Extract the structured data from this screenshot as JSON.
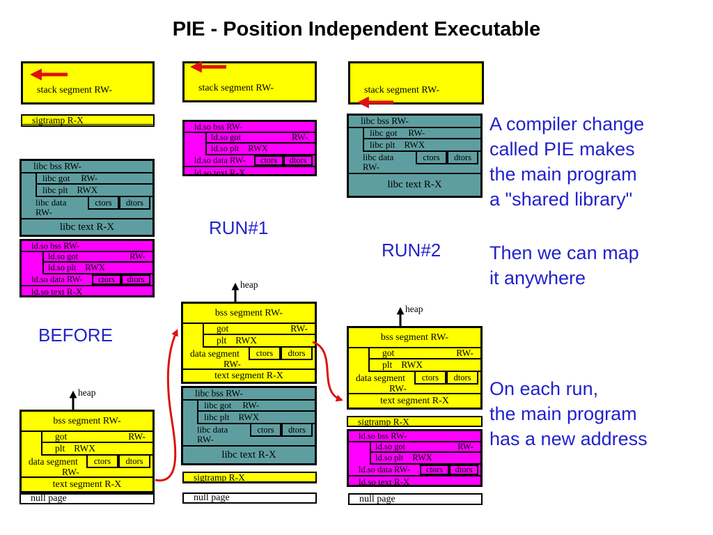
{
  "title": "PIE - Position Independent Executable",
  "labels": {
    "before": "BEFORE",
    "run1": "RUN#1",
    "run2": "RUN#2",
    "heap": "heap"
  },
  "notes": {
    "compiler_change": "A compiler change\ncalled PIE makes\nthe main program\na \"shared library\"",
    "map_anywhere": "Then we can map\nit anywhere",
    "new_address": "On each run,\nthe main program\nhas a new address"
  },
  "segments": {
    "stack": {
      "label": "stack segment RW-"
    },
    "sigtramp": {
      "label": "sigtramp R-X"
    },
    "null_page": {
      "label": "null page"
    },
    "main": {
      "bss": "bss segment RW-",
      "got": "got",
      "got_perm": "RW-",
      "plt": "plt",
      "plt_perm": "RWX",
      "data_line1": "data segment",
      "data_line2": "RW-",
      "ctors": "ctors",
      "dtors": "dtors",
      "text": "text segment R-X"
    },
    "libc": {
      "bss": "libc bss RW-",
      "got": "libc got",
      "got_perm": "RW-",
      "plt": "libc plt",
      "plt_perm": "RWX",
      "data_line1": "libc data",
      "data_line2": "RW-",
      "ctors": "ctors",
      "dtors": "dtors",
      "text": "libc text R-X"
    },
    "ldso": {
      "bss": "ld.so bss RW-",
      "got": "ld.so got",
      "got_perm": "RW-",
      "plt": "ld.so plt",
      "plt_perm": "RWX",
      "data": "ld.so data RW-",
      "ctors": "ctors",
      "dtors": "dtors",
      "text": "ld.so text R-X"
    }
  },
  "colors": {
    "stack_fill": "#ffff00",
    "main_fill": "#ffff00",
    "libc_fill": "#5f9ea0",
    "ldso_fill": "#ff00ff",
    "null_fill": "#ffffff",
    "note_blue": "#2222cc",
    "arrow_red": "#dd1111"
  }
}
